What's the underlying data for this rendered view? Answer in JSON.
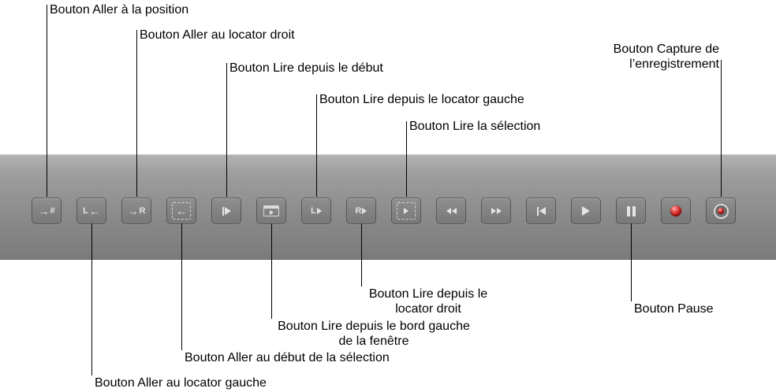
{
  "palette": {
    "page_background": "#ffffff",
    "band_top": "#b2b2b2",
    "band_bottom": "#7b7b7b",
    "button_face": "#828282",
    "button_border": "#565656",
    "icon_color": "#e4e4e4",
    "record_red": "#cc1f1f",
    "callout_line": "#000000",
    "label_text": "#000000"
  },
  "icons": {
    "arrow_right": "→",
    "arrow_left": "←",
    "hash": "#",
    "letter_l": "L",
    "letter_r": "R"
  },
  "callouts": {
    "go_to_position": "Bouton Aller à la position",
    "go_to_right_locator": "Bouton Aller au locator droit",
    "play_from_beginning": "Bouton Lire depuis le début",
    "play_from_left_locator": "Bouton Lire depuis le locator gauche",
    "play_selection": "Bouton Lire la sélection",
    "capture_recording_line1": "Bouton Capture de",
    "capture_recording_line2": "l’enregistrement",
    "play_from_right_locator_line1": "Bouton Lire depuis le",
    "play_from_right_locator_line2": "locator droit",
    "play_from_window_left_edge_line1": "Bouton Lire depuis le bord gauche",
    "play_from_window_left_edge_line2": "de la fenêtre",
    "go_to_selection_start": "Bouton Aller au début de la sélection",
    "go_to_left_locator": "Bouton Aller au locator gauche",
    "pause": "Bouton Pause"
  }
}
